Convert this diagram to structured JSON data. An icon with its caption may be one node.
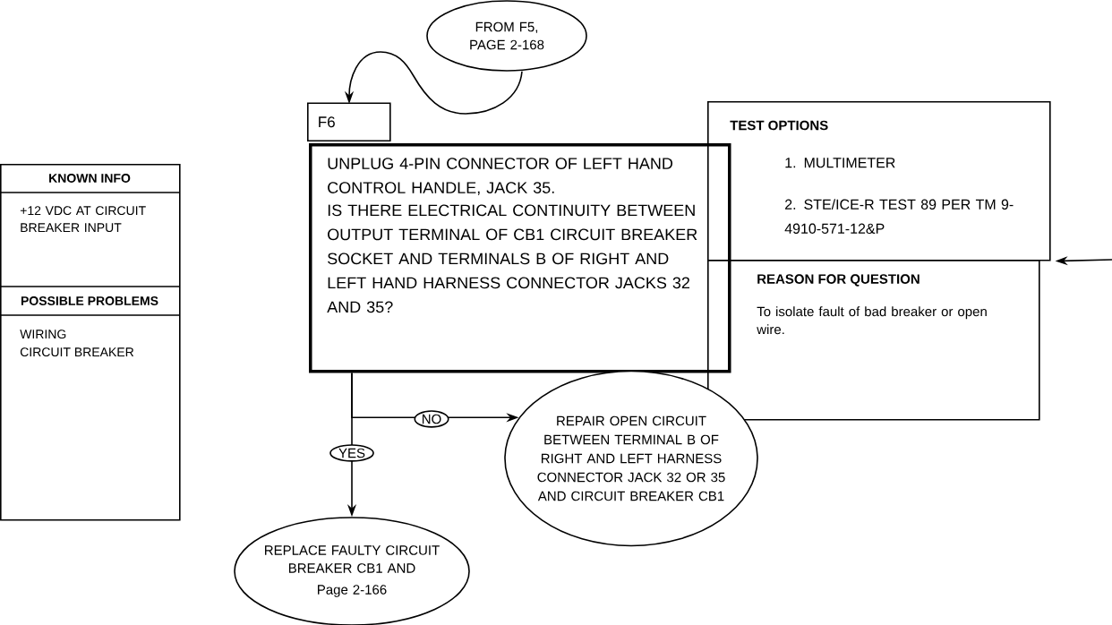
{
  "diagram": {
    "nodes": [
      {
        "text": [
          "FROM F5, PAGE 2-168"
        ]
      },
      {
        "text": [
          "KNOWN INFO",
          "+12 VDC AT CIRCUIT BREAKER INPUT",
          "POSSIBLE PROBLEMS",
          "WIRING",
          "CIRCUIT BREAKER"
        ]
      },
      {
        "text": [
          "F6",
          "UNPLUG 4-PIN CONNECTOR OF LEFT HAND CONTROL HANDLE, JACK 35.",
          "IS THERE ELECTRICAL CONTINUITY BETWEEN OUTPUT TERMINAL OF CB1 CIRCUIT BREAKER SOCKET AND TERMINALS B OF RIGHT AND LEFT HAND HARNESS CONNECTOR JACKS 32 AND 35?"
        ]
      },
      {
        "text": [
          "TEST OPTIONS",
          "1. MULTIMETER",
          "2. STE/ICE-R TEST 89 PER TM 9-4910-571-12&P"
        ]
      },
      {
        "text": [
          "REASON FOR QUESTION",
          "To isolate fault of bad breaker or open wire."
        ]
      },
      {
        "text": [
          "REPAIR OPEN CIRCUIT BETWEEN TERMINAL B OF RIGHT AND LEFT HARNESS CONNECTOR JACK 32 OR 35 AND CIRCUIT BREAKER CB1"
        ]
      },
      {
        "text": [
          "REPLACE FAULTY CIRCUIT BREAKER CB1 AND",
          "Page 2-166"
        ]
      }
    ],
    "edges": [
      {
        "from": 0,
        "to": 2,
        "arrow": "to"
      },
      {
        "from": 2,
        "to": 5,
        "arrow": "to",
        "label": "NO"
      },
      {
        "from": 2,
        "to": 6,
        "arrow": "to",
        "label": "YES"
      },
      {
        "from": null,
        "to": 3,
        "arrow": "to"
      }
    ]
  }
}
